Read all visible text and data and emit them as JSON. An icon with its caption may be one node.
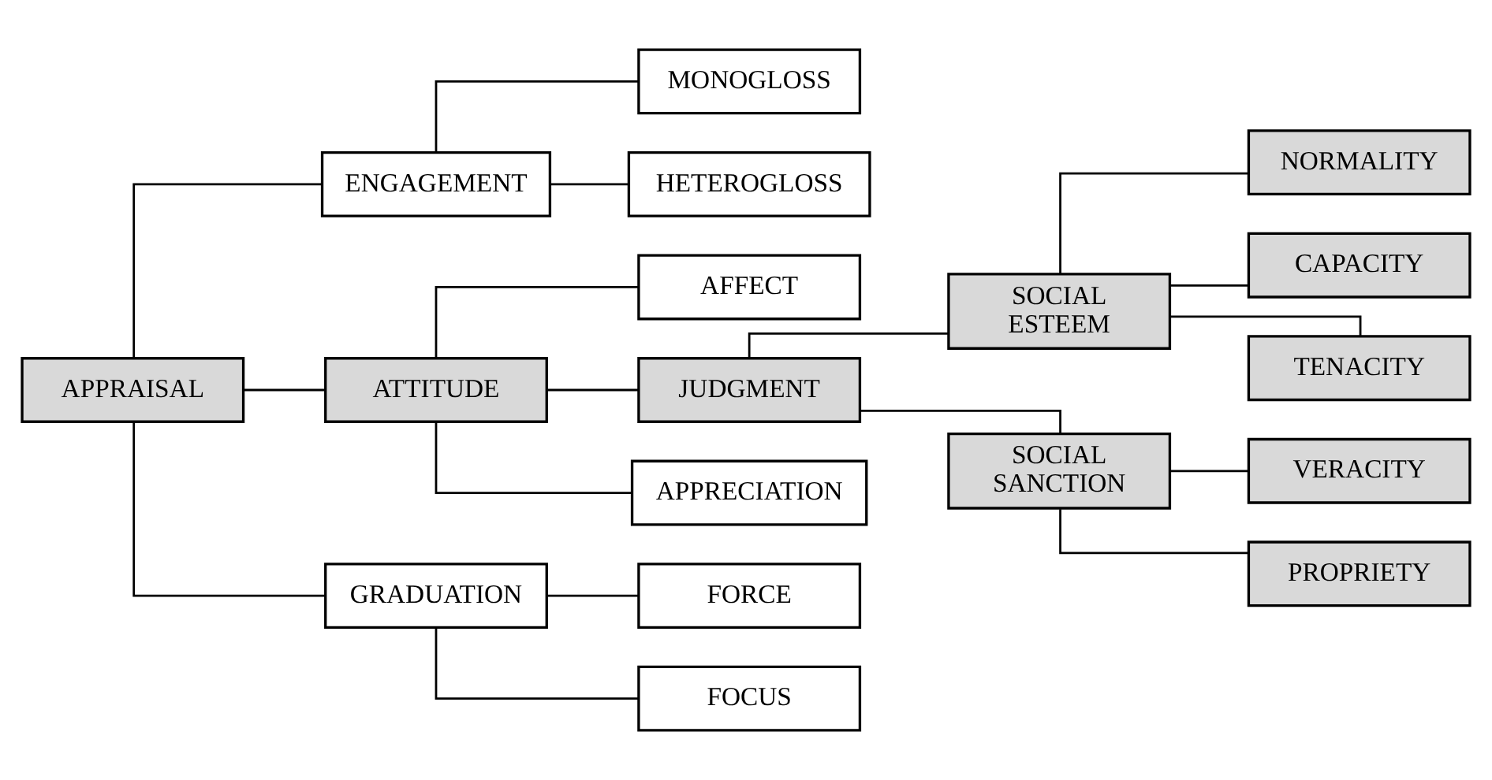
{
  "diagram": {
    "nodes": [
      {
        "text": [
          "APPRAISAL"
        ]
      },
      {
        "text": [
          "ENGAGEMENT"
        ]
      },
      {
        "text": [
          "ATTITUDE"
        ]
      },
      {
        "text": [
          "GRADUATION"
        ]
      },
      {
        "text": [
          "MONOGLOSS"
        ]
      },
      {
        "text": [
          "HETEROGLOSS"
        ]
      },
      {
        "text": [
          "AFFECT"
        ]
      },
      {
        "text": [
          "JUDGMENT"
        ]
      },
      {
        "text": [
          "APPRECIATION"
        ]
      },
      {
        "text": [
          "FORCE"
        ]
      },
      {
        "text": [
          "FOCUS"
        ]
      },
      {
        "text": [
          "SOCIAL ESTEEM"
        ]
      },
      {
        "text": [
          "SOCIAL SANCTION"
        ]
      },
      {
        "text": [
          "NORMALITY"
        ]
      },
      {
        "text": [
          "CAPACITY"
        ]
      },
      {
        "text": [
          "TENACITY"
        ]
      },
      {
        "text": [
          "VERACITY"
        ]
      },
      {
        "text": [
          "PROPRIETY"
        ]
      }
    ],
    "edges": [
      {
        "from": 0,
        "to": 1,
        "arrow": "none"
      },
      {
        "from": 0,
        "to": 2,
        "arrow": "none"
      },
      {
        "from": 0,
        "to": 3,
        "arrow": "none"
      },
      {
        "from": 1,
        "to": 4,
        "arrow": "none"
      },
      {
        "from": 1,
        "to": 5,
        "arrow": "none"
      },
      {
        "from": 2,
        "to": 6,
        "arrow": "none"
      },
      {
        "from": 2,
        "to": 7,
        "arrow": "none"
      },
      {
        "from": 2,
        "to": 8,
        "arrow": "none"
      },
      {
        "from": 3,
        "to": 9,
        "arrow": "none"
      },
      {
        "from": 3,
        "to": 10,
        "arrow": "none"
      },
      {
        "from": 7,
        "to": 11,
        "arrow": "none"
      },
      {
        "from": 7,
        "to": 12,
        "arrow": "none"
      },
      {
        "from": 11,
        "to": 13,
        "arrow": "none"
      },
      {
        "from": 11,
        "to": 14,
        "arrow": "none"
      },
      {
        "from": 11,
        "to": 15,
        "arrow": "none"
      },
      {
        "from": 12,
        "to": 16,
        "arrow": "none"
      },
      {
        "from": 12,
        "to": 17,
        "arrow": "none"
      }
    ]
  }
}
